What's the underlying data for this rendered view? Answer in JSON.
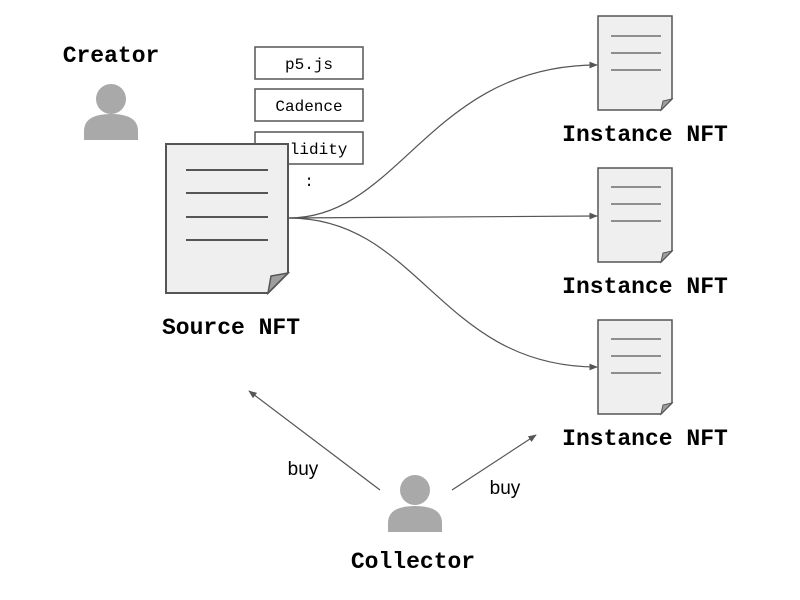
{
  "actors": {
    "creator": "Creator",
    "collector": "Collector"
  },
  "source": {
    "label": "Source NFT"
  },
  "technologies": [
    "p5.js",
    "Cadence",
    "Solidity"
  ],
  "technologies_more": ":",
  "instances": [
    {
      "label": "Instance NFT"
    },
    {
      "label": "Instance NFT"
    },
    {
      "label": "Instance NFT"
    }
  ],
  "edges": {
    "buy_source": "buy",
    "buy_instance": "buy"
  },
  "colors": {
    "person": "#a9a9a9",
    "doc_fill": "#efefef",
    "doc_stroke": "#555555",
    "arrow": "#555555"
  }
}
